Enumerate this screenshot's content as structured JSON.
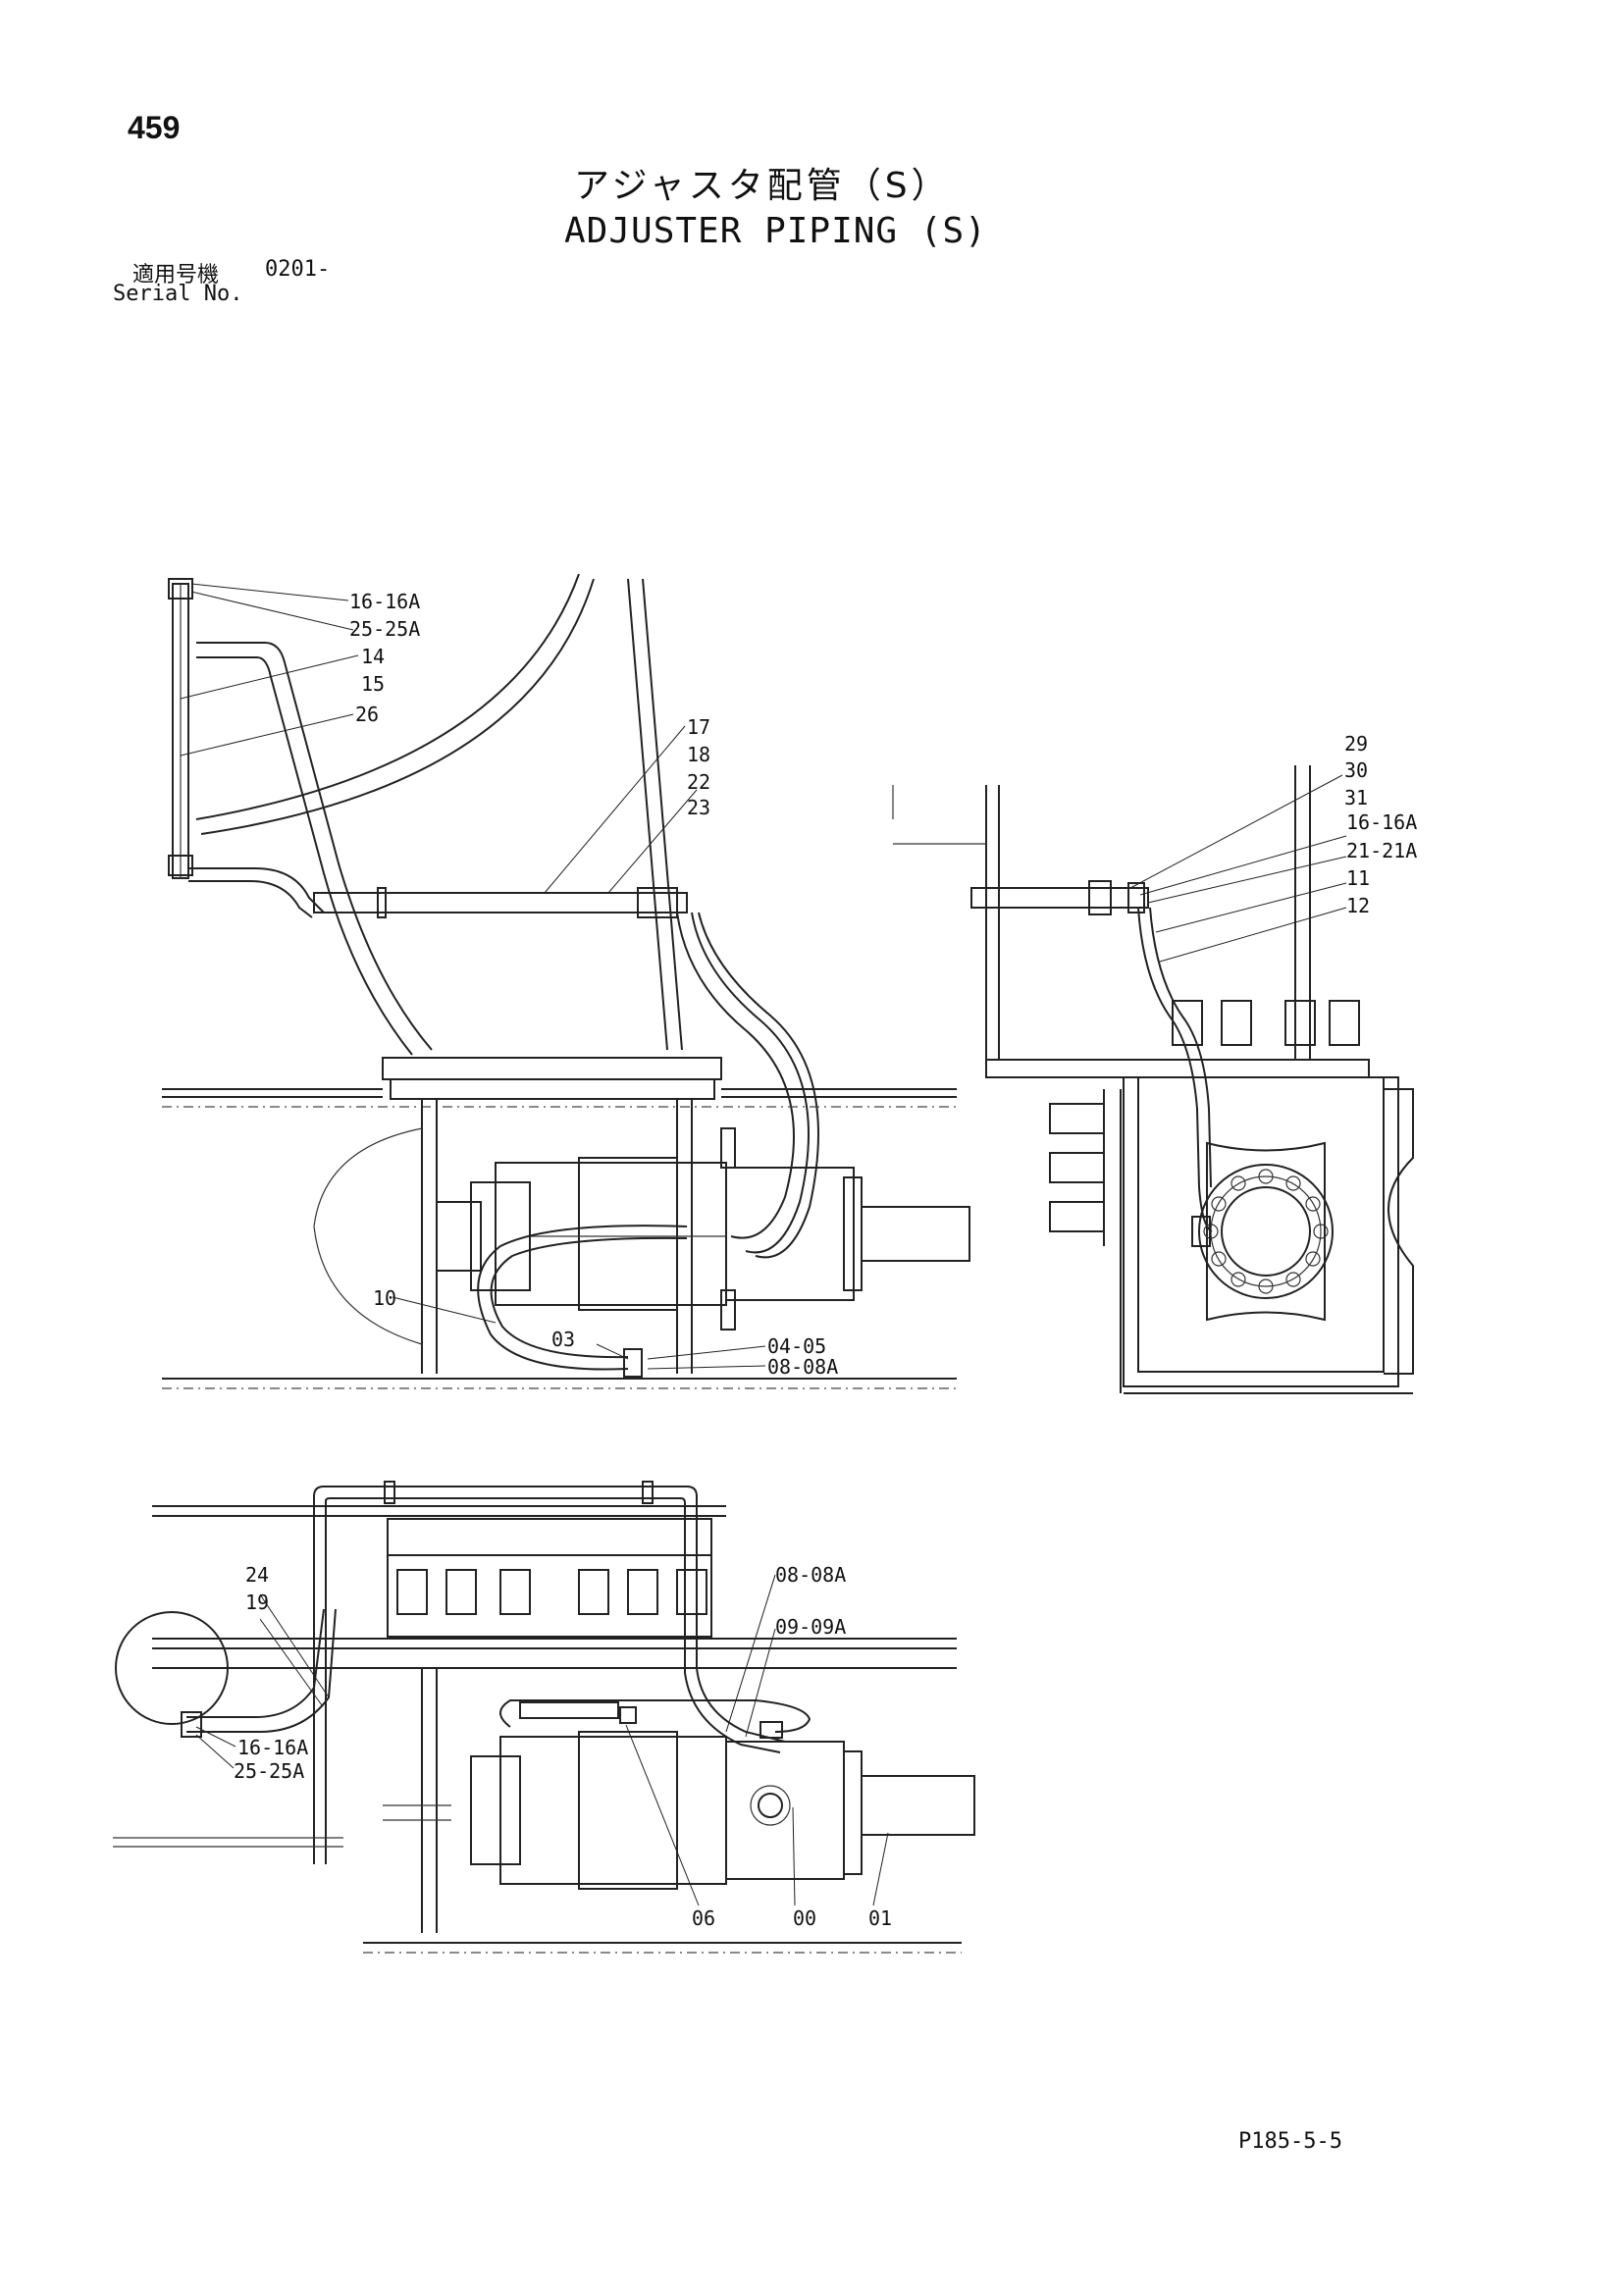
{
  "header": {
    "page_number": "459",
    "title_jp": "アジャスタ配管（S）",
    "title_en": "ADJUSTER PIPING (S)",
    "serial_label_jp": "適用号機",
    "serial_value": "0201-",
    "serial_label_en": "Serial No."
  },
  "footer": {
    "page_code": "P185-5-5"
  },
  "diagram": {
    "top_left_labels": [
      "16-16A",
      "25-25A",
      "14",
      "15",
      "26",
      "17",
      "18",
      "22",
      "23",
      "10",
      "03",
      "04-05",
      "08-08A"
    ],
    "top_right_labels": [
      "29",
      "30",
      "31",
      "16-16A",
      "21-21A",
      "11",
      "12"
    ],
    "bottom_labels": [
      "24",
      "19",
      "16-16A",
      "25-25A",
      "08-08A",
      "09-09A",
      "06",
      "00",
      "01"
    ]
  }
}
